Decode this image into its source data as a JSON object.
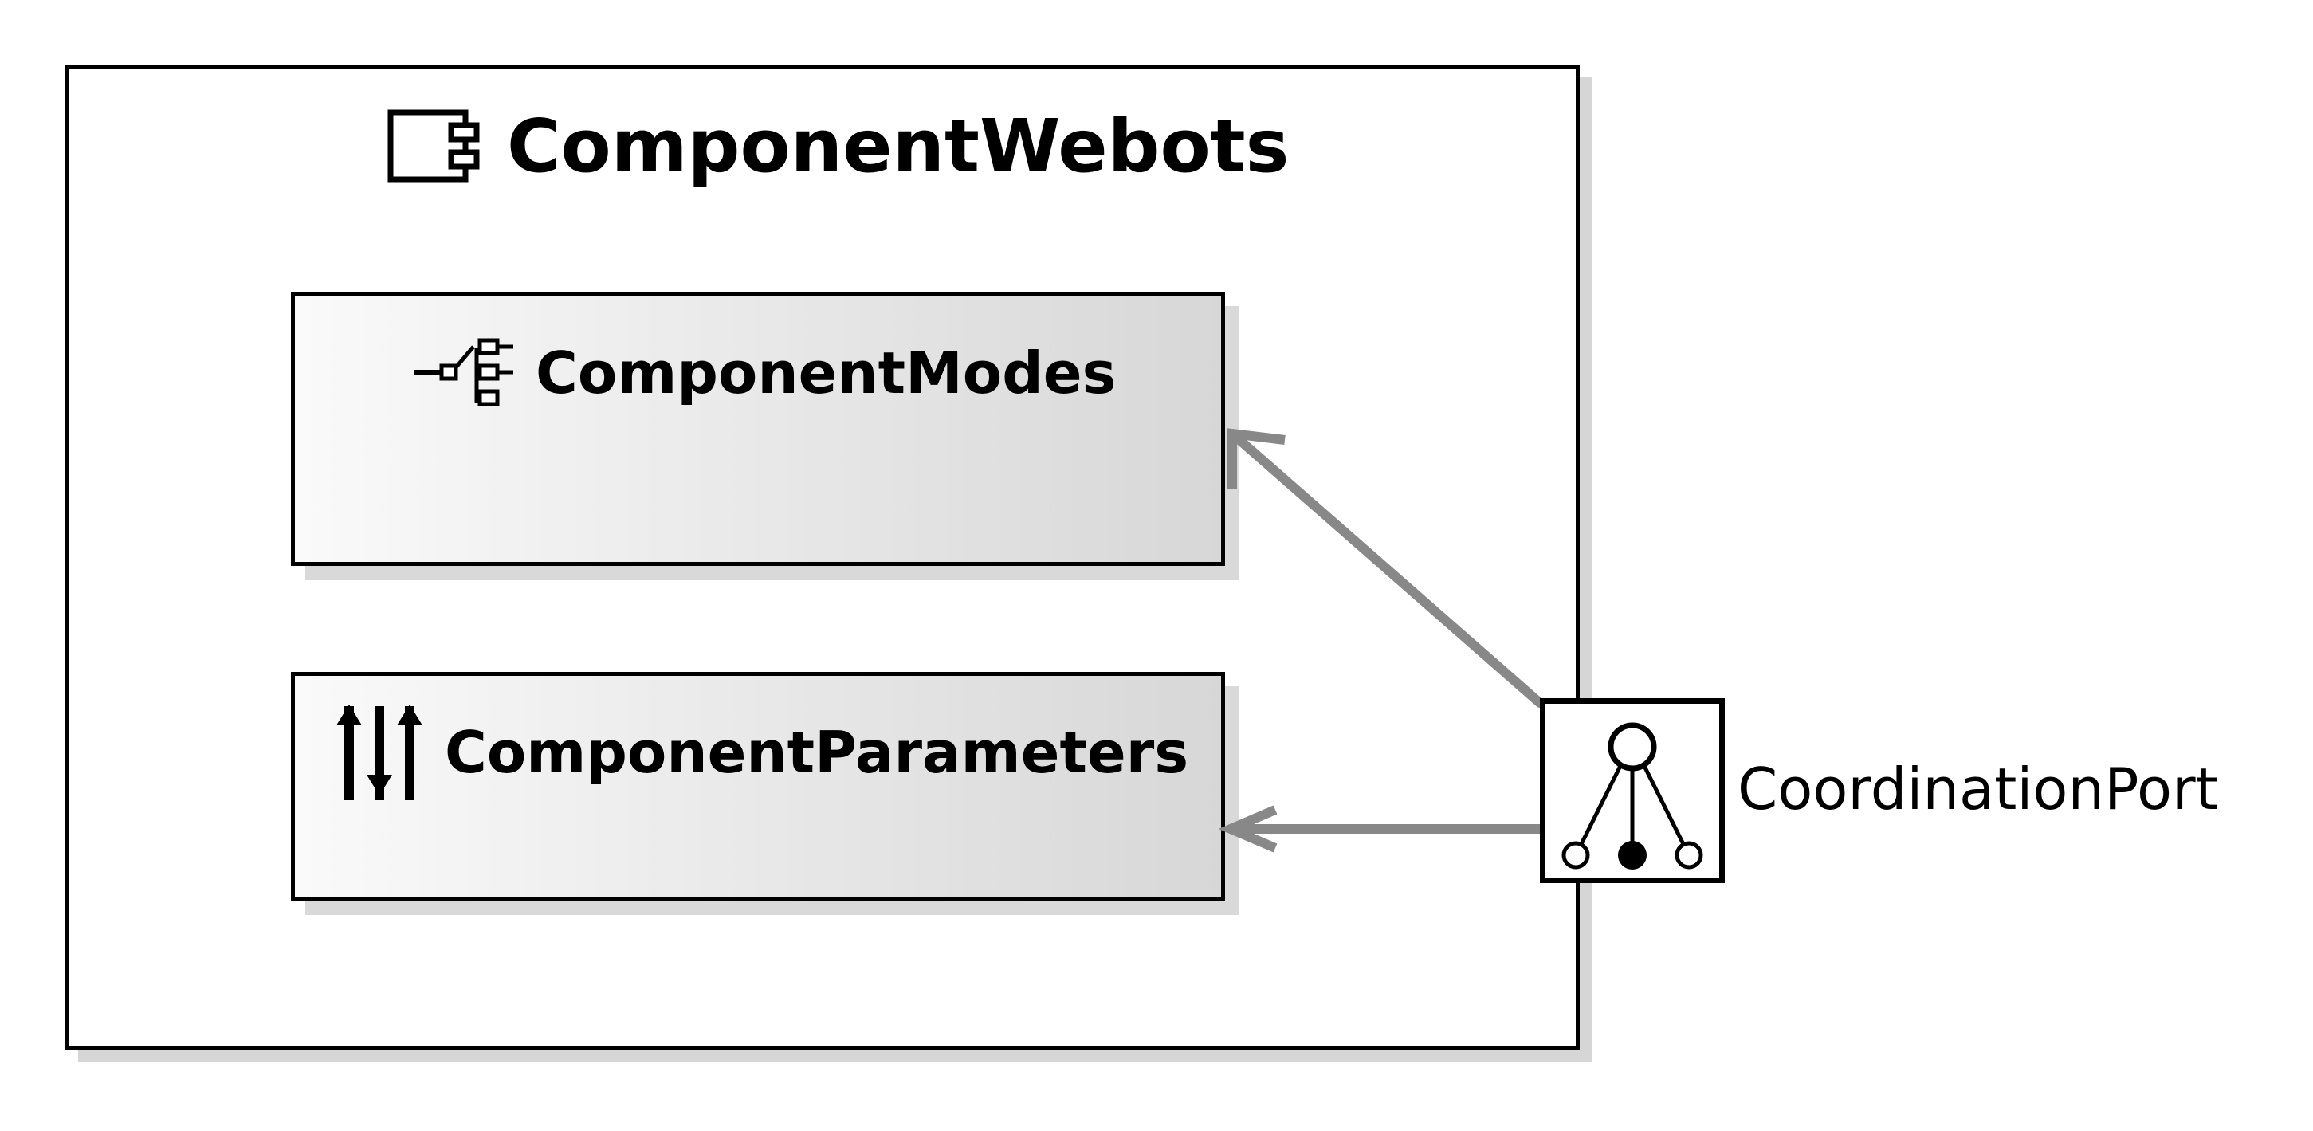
{
  "component": {
    "name": "ComponentWebots",
    "icon": "component-icon"
  },
  "modes": {
    "name": "ComponentModes",
    "icon": "modes-tree-icon"
  },
  "parameters": {
    "name": "ComponentParameters",
    "icon": "parameters-sliders-icon"
  },
  "port": {
    "name": "CoordinationPort",
    "icon": "coordination-port-icon"
  },
  "connectors": [
    {
      "from": "CoordinationPort",
      "to": "ComponentModes"
    },
    {
      "from": "CoordinationPort",
      "to": "ComponentParameters"
    }
  ],
  "colors": {
    "connector": "#888888",
    "border": "#000000",
    "shadow": "#d6d6d6"
  }
}
